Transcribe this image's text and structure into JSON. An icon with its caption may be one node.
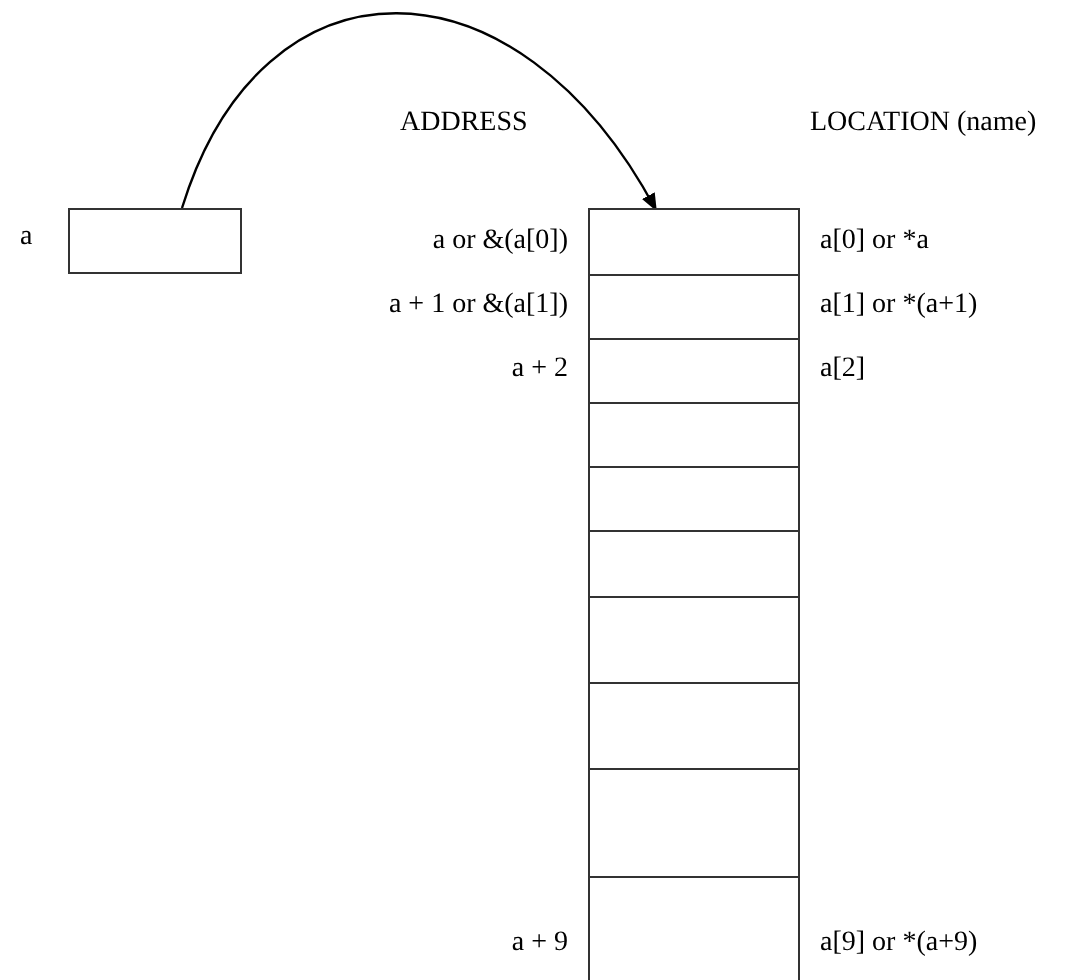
{
  "diagram": {
    "nodes": [
      {
        "text": [],
        "shape": "box",
        "beside": [
          "a"
        ]
      },
      {
        "text": [],
        "shape": "box",
        "beside": [
          "a or &(a[0])",
          "a[0] or *a"
        ]
      },
      {
        "text": [],
        "shape": "box",
        "beside": [
          "a + 1 or &(a[1])",
          "a[1] or *(a+1)"
        ]
      },
      {
        "text": [],
        "shape": "box",
        "beside": [
          "a + 2",
          "a[2]"
        ]
      },
      {
        "text": [],
        "shape": "box"
      },
      {
        "text": [],
        "shape": "box"
      },
      {
        "text": [],
        "shape": "box"
      },
      {
        "text": [],
        "shape": "box"
      },
      {
        "text": [],
        "shape": "box"
      },
      {
        "text": [],
        "shape": "box"
      },
      {
        "text": [],
        "shape": "box",
        "beside": [
          "a + 9",
          "a[9] or *(a+9)"
        ]
      }
    ],
    "edges": [
      {
        "from": 0,
        "to": 1,
        "arrow": "to"
      }
    ],
    "labels": [
      "ADDRESS",
      "LOCATION (name)"
    ]
  }
}
